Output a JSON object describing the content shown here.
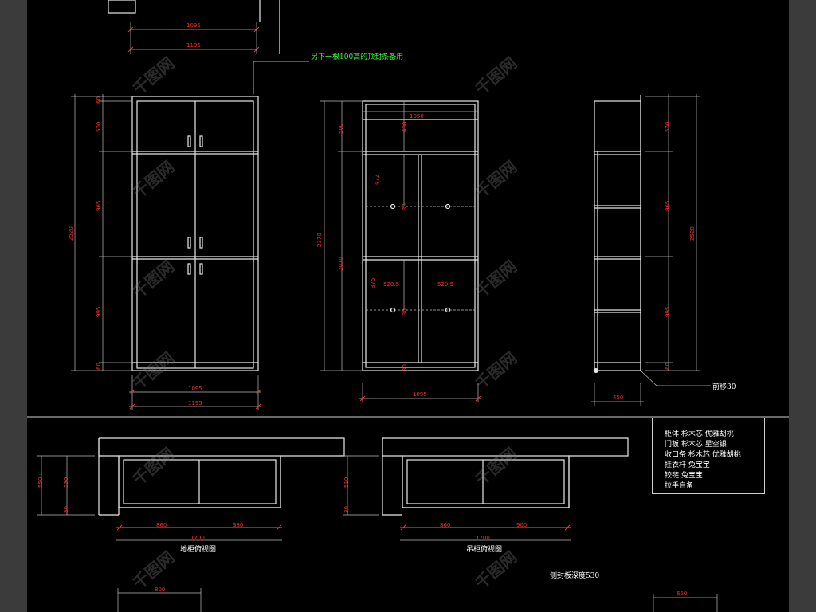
{
  "labels": {
    "green_note": "另下一根100高的顶封条备用",
    "move_forward": "前移30",
    "floor_cabinet_top": "地柜俯视图",
    "hanging_cabinet_top": "吊柜俯视图",
    "side_panel_depth": "侧封板深度530"
  },
  "dims": {
    "top_1095": "1095",
    "top_1195": "1195",
    "left_60a": "60",
    "left_500": "500",
    "left_965": "965",
    "left_995": "995",
    "left_60b": "60",
    "left_total": "2520",
    "bot_1095": "1095",
    "bot_1195": "1195",
    "mid_500": "500",
    "mid_460": "460",
    "mid_1050": "1050",
    "mid_472": "472",
    "mid_2370": "2370",
    "mid_2070": "2070",
    "mid_375": "375",
    "mid_520a": "520.5",
    "mid_520b": "520.5",
    "mid_30a": "30",
    "mid_30b": "30",
    "mid_30c": "30",
    "mid_bottom_1095": "1095",
    "side_500": "500",
    "side_965": "965",
    "side_995": "995",
    "side_2520": "2520",
    "side_60": "60",
    "side_450": "450",
    "fl_550": "550",
    "fl_530": "530",
    "fl_30": "30",
    "fl_860": "860",
    "fl_1700": "1700",
    "fl_380": "380",
    "hg_510": "510",
    "hg_30": "30",
    "hg_860": "860",
    "hg_1700": "1700",
    "hg_900": "900",
    "bottom_800": "800",
    "bottom_650": "650"
  },
  "legend": [
    "柜体   杉木芯   优雅胡桃",
    "门板   杉木芯   星空银",
    "收口条  杉木芯   优雅胡桃",
    "挂衣杆   兔宝宝",
    "铰链   兔宝宝",
    "拉手自备"
  ],
  "watermark": "千图网"
}
